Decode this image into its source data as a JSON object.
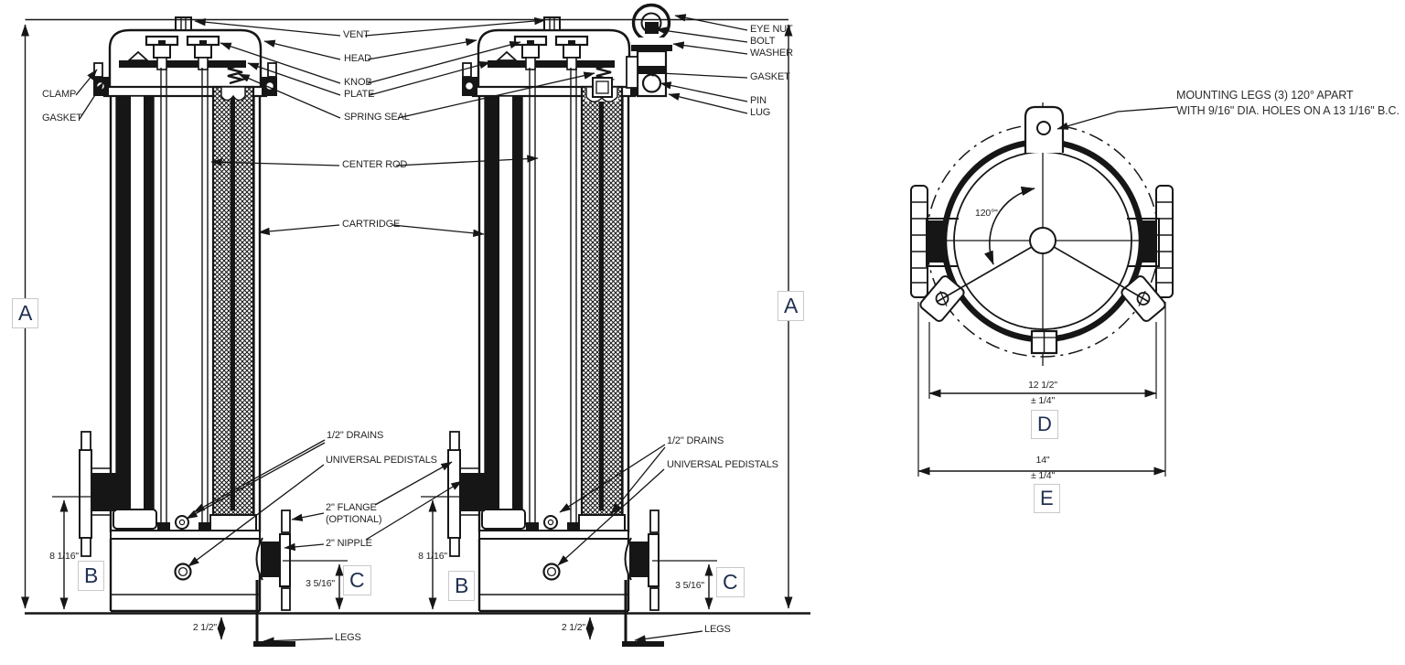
{
  "callouts": {
    "vent": "VENT",
    "head": "HEAD",
    "knob": "KNOB",
    "plate": "PLATE",
    "spring_seal": "SPRING SEAL",
    "center_rod": "CENTER ROD",
    "cartridge": "CARTRIDGE",
    "clamp": "CLAMP",
    "gasket": "GASKET",
    "eye_nut": "EYE NUT",
    "bolt": "BOLT",
    "washer": "WASHER",
    "gasket2": "GASKET",
    "pin": "PIN",
    "lug": "LUG",
    "drains": "1/2\" DRAINS",
    "pedistals": "UNIVERSAL PEDISTALS",
    "flange": "2\" FLANGE\n(OPTIONAL)",
    "nipple": "2\" NIPPLE",
    "legs": "LEGS"
  },
  "dims": {
    "a": "A",
    "b": "B",
    "c": "C",
    "d": "D",
    "e": "E",
    "h8": "8 1/16\"",
    "h3": "3 5/16\"",
    "h2": "2 1/2\"",
    "d_val": "12 1/2\"",
    "d_tol": "± 1/4\"",
    "e_val": "14\"",
    "e_tol": "± 1/4\"",
    "angle": "120°\""
  },
  "notes": {
    "mounting_legs": "MOUNTING LEGS (3) 120° APART\nWITH 9/16\" DIA. HOLES ON A 13 1/16\" B.C."
  },
  "colors": {
    "ink": "#1a1a1a",
    "letter_ink": "#1f3050",
    "box_border": "#c9c9c9"
  }
}
